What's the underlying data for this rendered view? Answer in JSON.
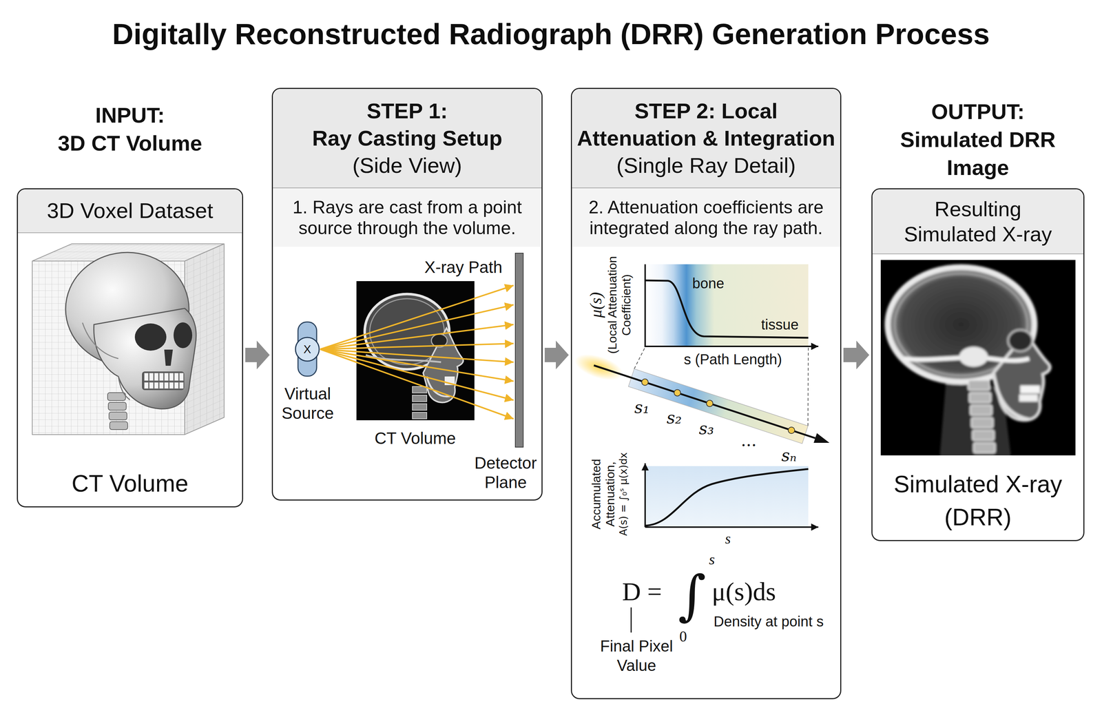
{
  "diagram": {
    "title": "Digitally Reconstructed Radiograph (DRR) Generation Process",
    "nodes": [
      {
        "text": [
          "INPUT:",
          "3D CT Volume",
          "3D Voxel Dataset",
          "CT Volume"
        ]
      },
      {
        "text": [
          "STEP 1:",
          "Ray Casting Setup",
          "(Side View)",
          "1. Rays are cast from a point source through the volume."
        ]
      },
      {
        "text": [
          "X"
        ],
        "in": 1
      },
      {
        "text": [
          "STEP 2: Local Attenuation & Integration",
          "(Single Ray Detail)",
          "2. Attenuation coefficients are integrated along the ray path."
        ]
      },
      {
        "text": [
          "OUTPUT:",
          "Simulated DRR Image",
          "Resulting Simulated X-ray",
          "Simulated X-ray (DRR)"
        ]
      }
    ],
    "edges": [
      {
        "from": 0,
        "to": 1,
        "arrow": "to"
      },
      {
        "from": 1,
        "to": 3,
        "arrow": "to"
      },
      {
        "from": 3,
        "to": 4,
        "arrow": "to"
      }
    ],
    "labels": [
      "X-ray Path",
      "Virtual Source",
      "CT Volume",
      "Detector Plane",
      "μ(s)",
      "(Local Attenuation Coefficient)",
      "bone",
      "tissue",
      "s (Path Length)",
      "s₁",
      "s₂",
      "s₃",
      "...",
      "sₙ",
      "Accumulated Attenuation,",
      "A(s) = ∫₀ˢ μ(x)dx",
      "s",
      "D =",
      "∫",
      "s",
      "0",
      "μ(s)ds",
      "Density at point s",
      "Final Pixel Value"
    ]
  }
}
